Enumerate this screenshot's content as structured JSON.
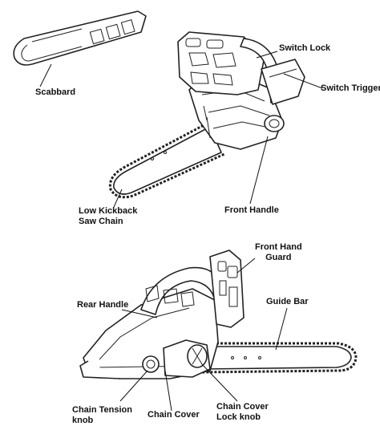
{
  "labels": {
    "scabbard": "Scabbard",
    "switch_lock": "Switch Lock",
    "switch_trigger": "Switch Trigger",
    "low_kickback_1": "Low Kickback",
    "low_kickback_2": "Saw Chain",
    "front_handle": "Front Handle",
    "front_hand_guard_1": "Front Hand",
    "front_hand_guard_2": "Guard",
    "rear_handle": "Rear Handle",
    "guide_bar": "Guide Bar",
    "chain_tension_1": "Chain Tension",
    "chain_tension_2": "knob",
    "chain_cover": "Chain Cover",
    "chain_cover_lock_1": "Chain Cover",
    "chain_cover_lock_2": "Lock knob"
  }
}
